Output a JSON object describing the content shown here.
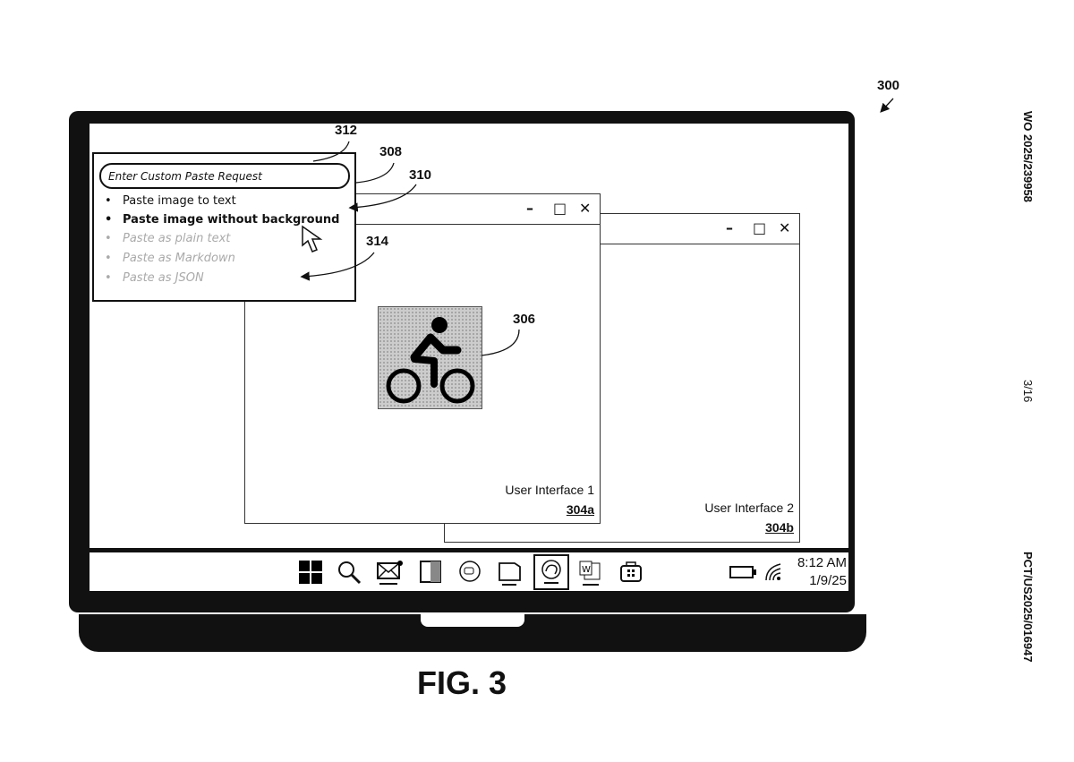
{
  "figure_ref": "300",
  "figure_caption": "FIG. 3",
  "side_text": {
    "publication": "WO 2025/239958",
    "sheet": "3/16",
    "application": "PCT/US2025/016947"
  },
  "refs": {
    "popup": "308",
    "suggestions": "310",
    "input": "312",
    "dim_options": "314",
    "image": "306"
  },
  "popup": {
    "input_placeholder": "Enter Custom Paste Request",
    "items": [
      {
        "label": "Paste image to text",
        "state": "normal"
      },
      {
        "label": "Paste image without background",
        "state": "hovered"
      },
      {
        "label": "Paste as plain text",
        "state": "dimmed"
      },
      {
        "label": "Paste as Markdown",
        "state": "dimmed"
      },
      {
        "label": "Paste as JSON",
        "state": "dimmed"
      }
    ]
  },
  "windows": [
    {
      "caption": "User Interface 1",
      "ref": "304a",
      "controls": [
        "–",
        "□",
        "✕"
      ]
    },
    {
      "caption": "User Interface 2",
      "ref": "304b",
      "controls": [
        "–",
        "□",
        "✕"
      ]
    }
  ],
  "image_icon": "bicycle-rider-icon",
  "taskbar": {
    "icons": [
      "windows-start-icon",
      "search-icon",
      "mail-icon",
      "split-view-icon",
      "chat-icon",
      "folder-icon",
      "edge-browser-icon",
      "word-icon",
      "store-icon"
    ],
    "active_icon": "edge-browser-icon",
    "time": "8:12 AM",
    "date": "1/9/25"
  }
}
